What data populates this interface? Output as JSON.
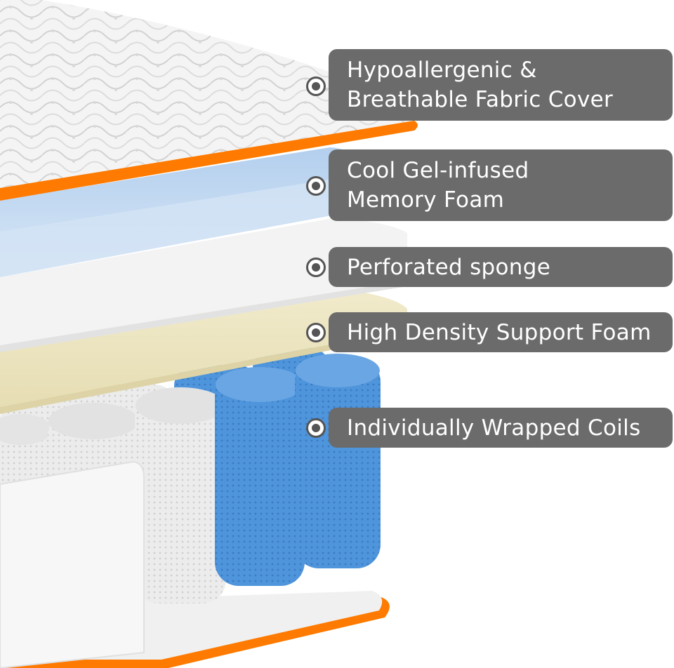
{
  "image": {
    "subject": "mattress-cross-section",
    "colors": {
      "accent_trim": "#ff7a00",
      "label_background": "#6b6b6b",
      "label_text": "#ffffff",
      "quilted_cover": "#eeeeee",
      "gel_foam": "#bcd4ee",
      "perforated_sponge": "#f2f2f2",
      "support_foam": "#ede6c2",
      "coil_blue": "#4a90d9",
      "coil_white": "#e6e6e6"
    }
  },
  "callouts": [
    {
      "icon": "bullet-circle-icon",
      "lines": [
        "Hypoallergenic &",
        "Breathable Fabric Cover"
      ]
    },
    {
      "icon": "bullet-circle-icon",
      "lines": [
        "Cool Gel-infused",
        "Memory Foam"
      ]
    },
    {
      "icon": "bullet-circle-icon",
      "lines": [
        "Perforated sponge"
      ]
    },
    {
      "icon": "bullet-circle-icon",
      "lines": [
        "High Density Support Foam"
      ]
    },
    {
      "icon": "bullet-circle-icon",
      "lines": [
        "Individually Wrapped Coils"
      ]
    }
  ]
}
